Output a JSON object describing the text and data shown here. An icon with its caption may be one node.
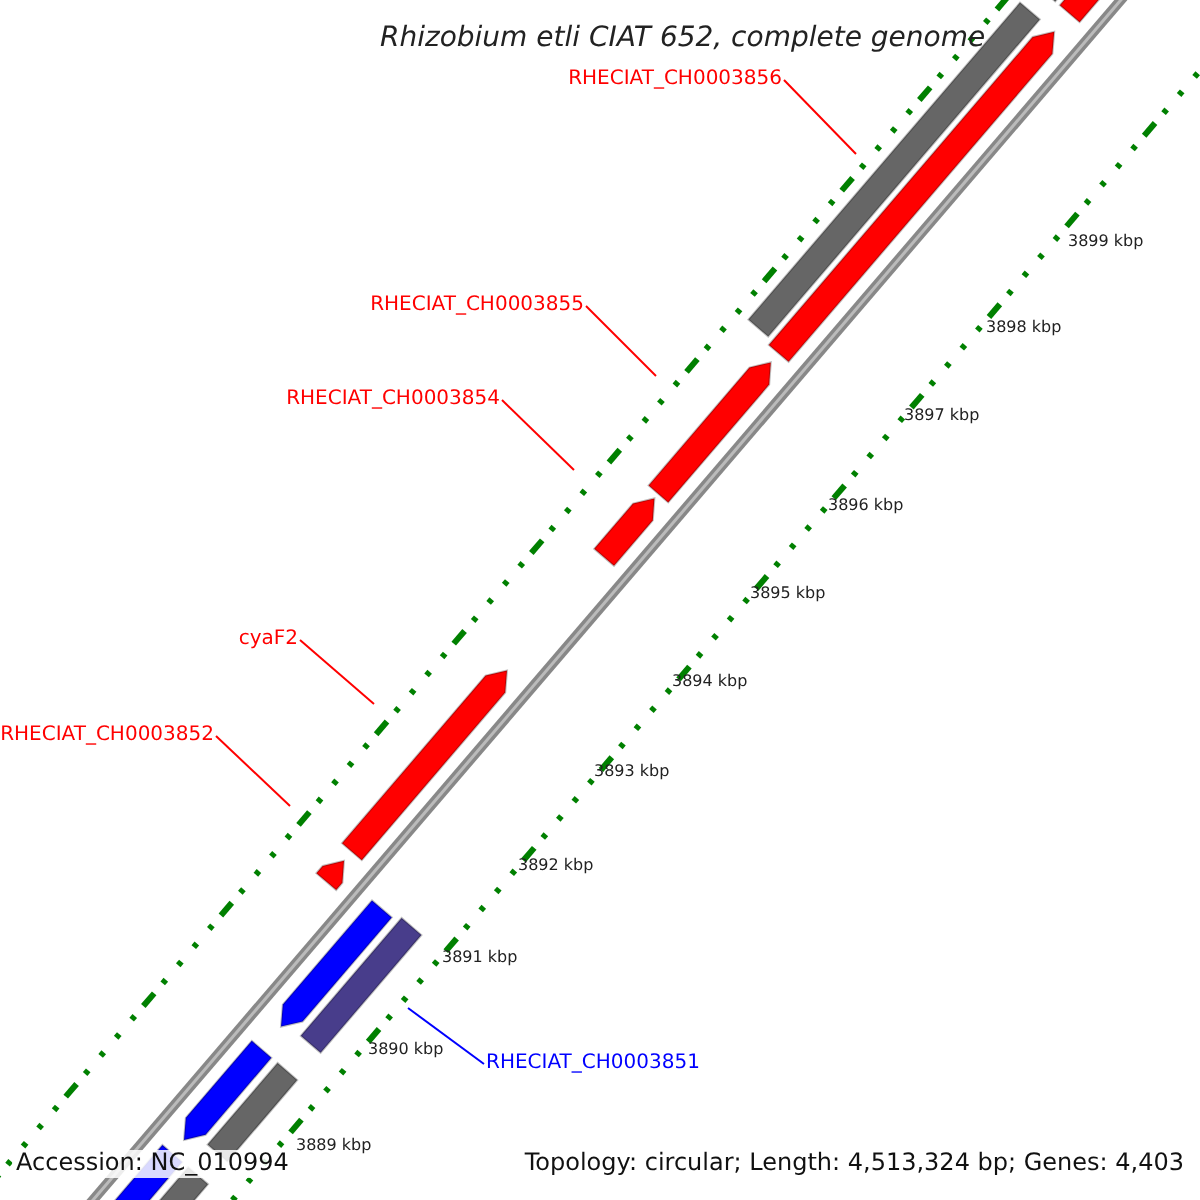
{
  "diagram": {
    "title": "Rhizobium etli CIAT 652, complete genome",
    "nodes": [
      {
        "text": [
          "RHECIAT_CH0003856"
        ]
      },
      {
        "text": [
          "RHECIAT_CH0003855"
        ]
      },
      {
        "text": [
          "RHECIAT_CH0003854"
        ]
      },
      {
        "text": [
          "cyaF2"
        ]
      },
      {
        "text": [
          "RHECIAT_CH0003852"
        ]
      },
      {
        "text": [
          "RHECIAT_CH0003851"
        ]
      }
    ],
    "edges": [
      {
        "from": 0,
        "to": null,
        "arrow": "none"
      },
      {
        "from": 1,
        "to": null,
        "arrow": "none"
      },
      {
        "from": 2,
        "to": null,
        "arrow": "none"
      },
      {
        "from": 3,
        "to": null,
        "arrow": "none"
      },
      {
        "from": 4,
        "to": null,
        "arrow": "none"
      },
      {
        "from": 5,
        "to": null,
        "arrow": "none",
        "color": "#0000ff"
      }
    ],
    "labels": [
      "3899 kbp",
      "3898 kbp",
      "3897 kbp",
      "3896 kbp",
      "3895 kbp",
      "3894 kbp",
      "3893 kbp",
      "3892 kbp",
      "3891 kbp",
      "3890 kbp",
      "3889 kbp",
      "Accession: NC_010994",
      "Topology: circular; Length: 4,513,324 bp; Genes: 4,403"
    ]
  }
}
